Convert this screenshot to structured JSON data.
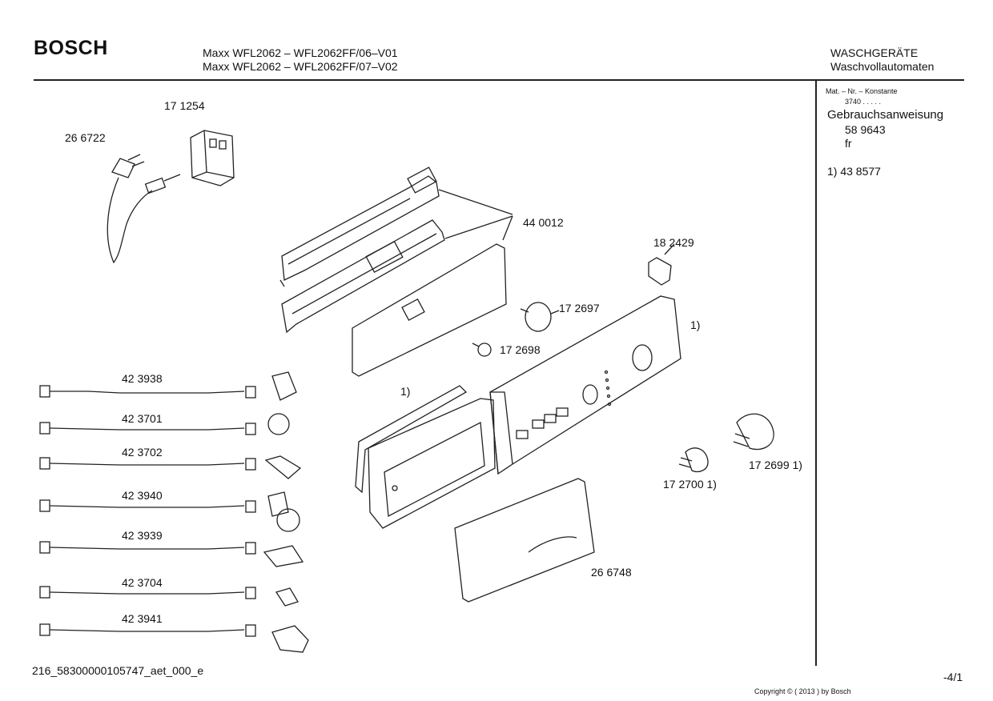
{
  "header": {
    "brand": "BOSCH",
    "model_line_1": "Maxx WFL2062 – WFL2062FF/06–V01",
    "model_line_2": "Maxx WFL2062 – WFL2062FF/07–V02",
    "category_1": "WASCHGERÄTE",
    "category_2": "Waschvollautomaten"
  },
  "sidebar": {
    "mat_label": "Mat. – Nr. – Konstante",
    "mat_value": "3740  .  .  .  .  .",
    "manual_label": "Gebrauchsanweisung",
    "manual_number": "58 9643",
    "manual_lang": "fr",
    "footnote": "1)  43 8577"
  },
  "parts": {
    "p171254": "17 1254",
    "p266722": "26 6722",
    "p440012": "44 0012",
    "p182429": "18 2429",
    "p172697": "17 2697",
    "p172698": "17 2698",
    "note_panel": "1)",
    "note_seal": "1)",
    "p172699": "17 2699 1)",
    "p172700": "17 2700 1)",
    "p266748": "26 6748",
    "harness": [
      "42 3938",
      "42 3701",
      "42 3702",
      "42 3940",
      "42 3939",
      "42 3704",
      "42 3941"
    ]
  },
  "footer": {
    "doc_id": "216_58300000105747_aet_000_e",
    "page": "-4/1",
    "copyright": "Copyright © ( 2013 ) by Bosch"
  }
}
